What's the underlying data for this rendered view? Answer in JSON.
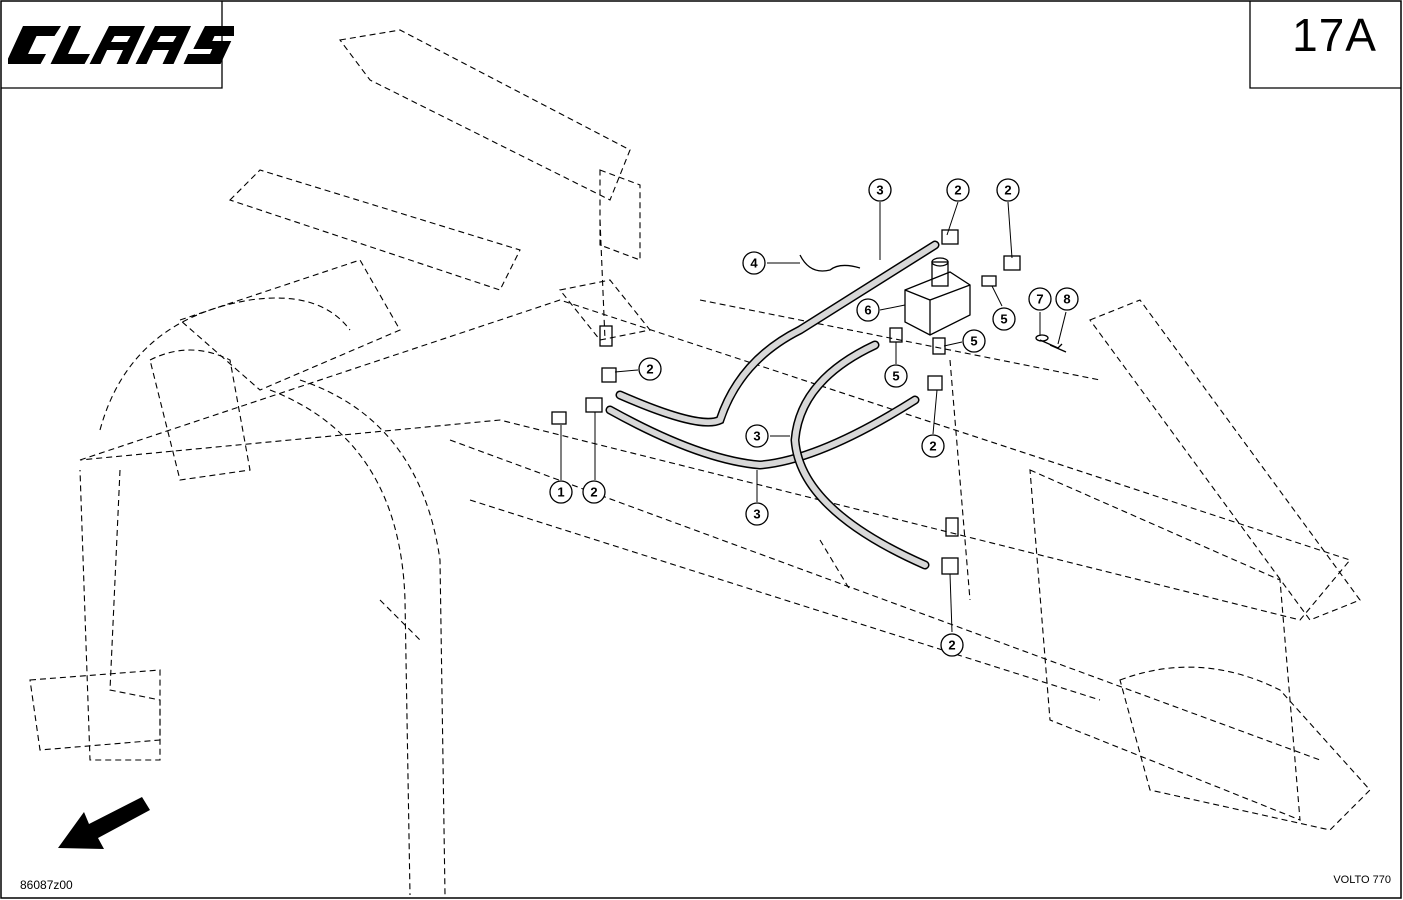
{
  "header": {
    "brand": "CLAAS",
    "page_label": "17A"
  },
  "footer": {
    "drawing_code": "86087z00",
    "model": "VOLTO 770"
  },
  "callouts": [
    {
      "id": "c1",
      "label": "1"
    },
    {
      "id": "c2a",
      "label": "2"
    },
    {
      "id": "c2b",
      "label": "2"
    },
    {
      "id": "c2c",
      "label": "2"
    },
    {
      "id": "c2d",
      "label": "2"
    },
    {
      "id": "c2e",
      "label": "2"
    },
    {
      "id": "c2f",
      "label": "2"
    },
    {
      "id": "c3a",
      "label": "3"
    },
    {
      "id": "c3b",
      "label": "3"
    },
    {
      "id": "c3c",
      "label": "3"
    },
    {
      "id": "c4",
      "label": "4"
    },
    {
      "id": "c5a",
      "label": "5"
    },
    {
      "id": "c5b",
      "label": "5"
    },
    {
      "id": "c5c",
      "label": "5"
    },
    {
      "id": "c6",
      "label": "6"
    },
    {
      "id": "c7",
      "label": "7"
    },
    {
      "id": "c8",
      "label": "8"
    }
  ],
  "icons": {
    "direction_arrow": "arrow-down-left-icon"
  }
}
